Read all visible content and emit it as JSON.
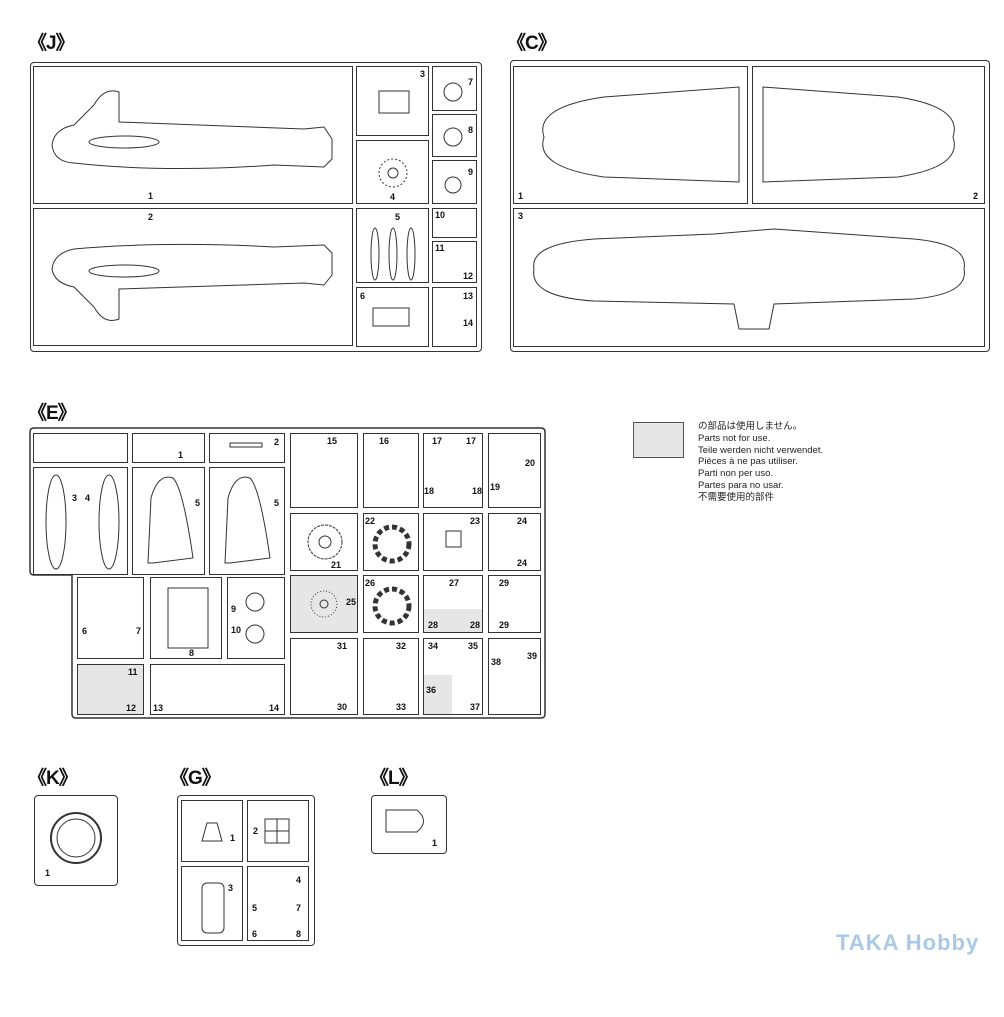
{
  "sprues": {
    "J": {
      "title": "《J》",
      "labels": [
        "1",
        "2",
        "3",
        "4",
        "5",
        "6",
        "7",
        "8",
        "9",
        "10",
        "11",
        "12",
        "13",
        "14"
      ]
    },
    "C": {
      "title": "《C》",
      "labels": [
        "1",
        "2",
        "3"
      ]
    },
    "E": {
      "title": "《E》",
      "labels": [
        "1",
        "2",
        "3",
        "4",
        "5",
        "5",
        "6",
        "7",
        "8",
        "9",
        "10",
        "11",
        "12",
        "13",
        "14",
        "15",
        "16",
        "17",
        "17",
        "18",
        "18",
        "19",
        "20",
        "21",
        "22",
        "23",
        "24",
        "24",
        "25",
        "26",
        "27",
        "28",
        "28",
        "29",
        "29",
        "31",
        "30",
        "32",
        "33",
        "34",
        "35",
        "36",
        "37",
        "38",
        "39"
      ]
    },
    "K": {
      "title": "《K》",
      "labels": [
        "1"
      ]
    },
    "G": {
      "title": "《G》",
      "labels": [
        "1",
        "2",
        "3",
        "4",
        "5",
        "6",
        "7",
        "8"
      ]
    },
    "L": {
      "title": "《L》",
      "labels": [
        "1"
      ]
    }
  },
  "legend": {
    "swatch_color": "#e6e6e6",
    "lines": [
      "の部品は使用しません。",
      "Parts not for use.",
      "Teile werden nicht verwendet.",
      "Pièces à ne pas utiliser.",
      "Parti non per uso.",
      "Partes para no usar.",
      "不需要使用的部件"
    ]
  },
  "watermark": "TAKA Hobby"
}
